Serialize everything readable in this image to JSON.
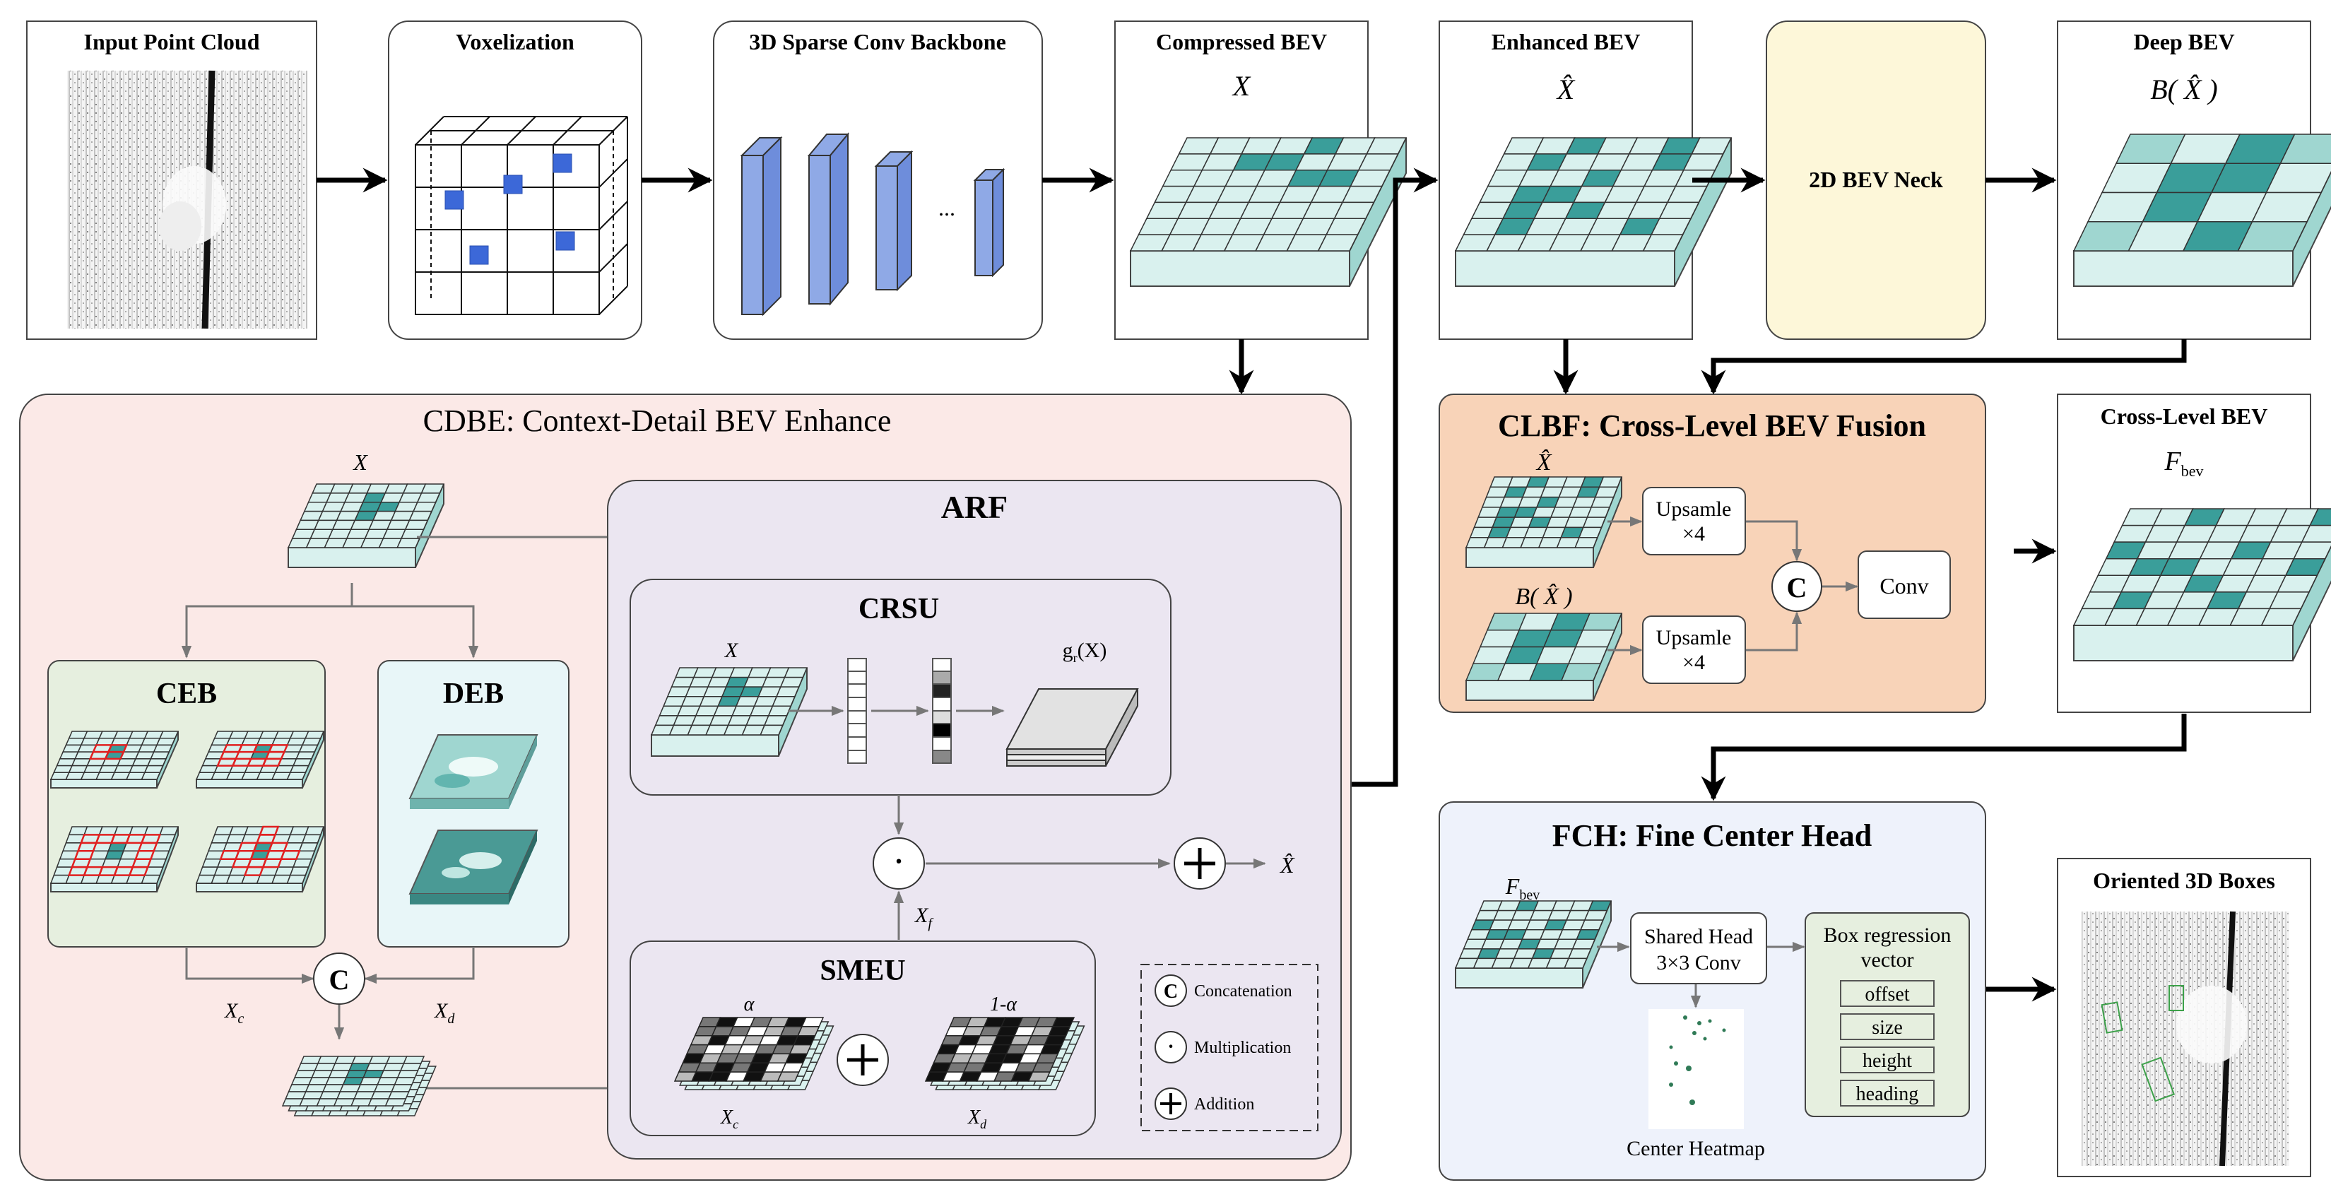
{
  "top_row": {
    "input_title": "Input Point Cloud",
    "voxel_title": "Voxelization",
    "backbone_title": "3D Sparse Conv Backbone",
    "backbone_ellipsis": "...",
    "compressed_title": "Compressed BEV",
    "compressed_symbol": "X",
    "enhanced_title": "Enhanced BEV",
    "enhanced_symbol": "X̂",
    "neck_label": "2D BEV Neck",
    "deep_title": "Deep BEV",
    "deep_symbol": "B( X̂ )"
  },
  "cdbe": {
    "title": "CDBE: Context-Detail BEV Enhance",
    "input_symbol": "X",
    "ceb_title": "CEB",
    "deb_title": "DEB",
    "concat_glyph": "C",
    "xc_label": "X",
    "xc_sub": "c",
    "xd_label": "X",
    "xd_sub": "d"
  },
  "arf": {
    "title": "ARF",
    "crsu_title": "CRSU",
    "crsu_input": "X",
    "gr_label": "g",
    "gr_sub": "r",
    "gr_arg": "(X)",
    "mult_glyph": "·",
    "plus_glyph": "+",
    "xf_label": "X",
    "xf_sub": "f",
    "output_symbol": "X̂",
    "smeu_title": "SMEU",
    "alpha_label": "α",
    "one_minus_alpha_label": "1-α",
    "smeu_xc": "X",
    "smeu_xc_sub": "c",
    "smeu_xd": "X",
    "smeu_xd_sub": "d"
  },
  "legend": {
    "concat_glyph": "C",
    "concat": "Concatenation",
    "mult_glyph": "·",
    "mult": "Multiplication",
    "add_glyph": "+",
    "add": "Addition"
  },
  "clbf": {
    "title": "CLBF: Cross-Level BEV Fusion",
    "x_symbol": "X̂",
    "bx_symbol": "B( X̂ )",
    "upsample1_a": "Upsamle",
    "upsample1_b": "×4",
    "upsample2_a": "Upsamle",
    "upsample2_b": "×4",
    "concat_glyph": "C",
    "conv_label": "Conv"
  },
  "cross_level": {
    "title": "Cross-Level BEV",
    "symbol": "F",
    "symbol_sub": "bev"
  },
  "fch": {
    "title": "FCH: Fine Center Head",
    "input_symbol": "F",
    "input_sub": "bev",
    "shared_head_a": "Shared Head",
    "shared_head_b": "3×3 Conv",
    "box_reg_a": "Box regression",
    "box_reg_b": "vector",
    "items": [
      "offset",
      "size",
      "height",
      "heading"
    ],
    "heatmap_label": "Center Heatmap"
  },
  "output": {
    "title": "Oriented 3D Boxes"
  },
  "colors": {
    "cell_light": "#d9f1ee",
    "cell_dark": "#3a9e9a",
    "cell_mid": "#9fd6d0",
    "cdbe_bg": "#fbe9e7",
    "arf_bg": "#ebe6f1",
    "ceb_bg": "#e6efdf",
    "deb_bg": "#e8f6f8",
    "clbf_bg": "#f8d3b8",
    "fch_bg": "#eef2fb",
    "neck_bg": "#fdf7d9",
    "backbone_blue": "#8fa9e6"
  }
}
